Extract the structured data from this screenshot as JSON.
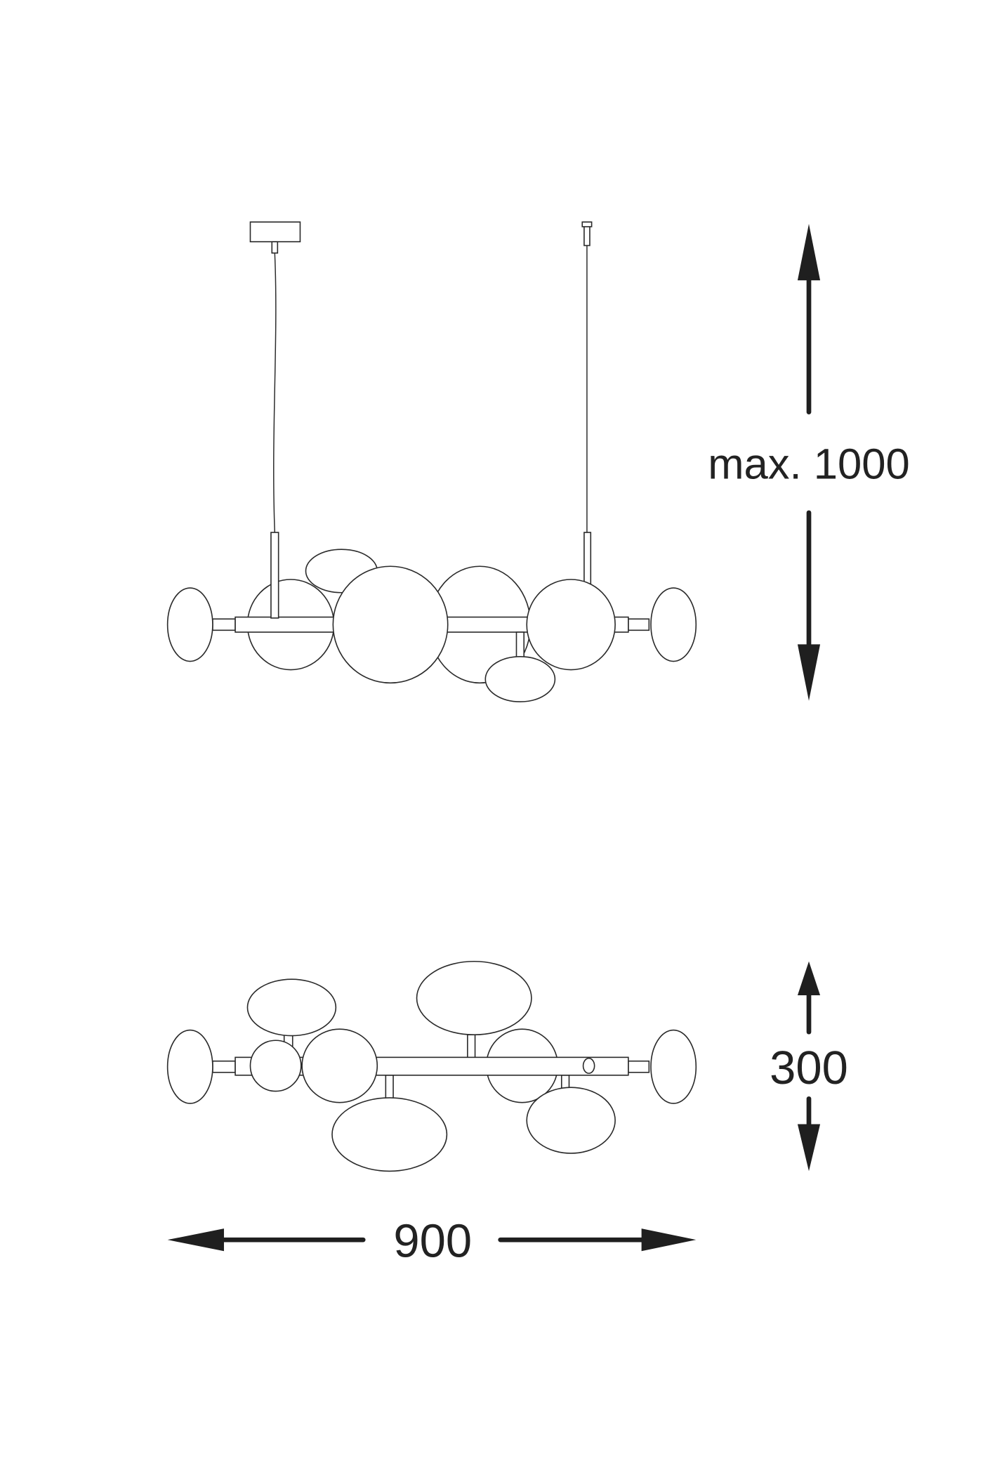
{
  "drawing": {
    "side_view": {
      "height_label": "max. 1000"
    },
    "top_view": {
      "depth_label": "300",
      "width_label": "900"
    }
  },
  "colors": {
    "line": "#2a2a2a",
    "arrow": "#1f1f1f",
    "background": "#ffffff"
  }
}
